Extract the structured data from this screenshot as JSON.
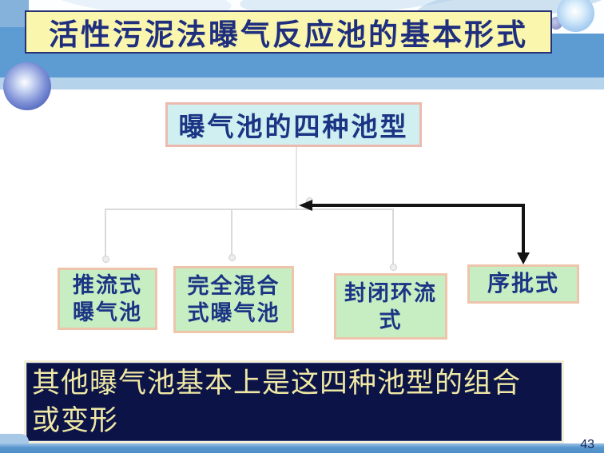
{
  "slide": {
    "title": "活性污泥法曝气反应池的基本形式",
    "page_number": "43"
  },
  "diagram": {
    "root_label": "曝气池的四种池型",
    "nodes": [
      {
        "label": "推流式\n曝气池"
      },
      {
        "label": "完全混合\n式曝气池"
      },
      {
        "label": "封闭环流\n式"
      },
      {
        "label": "序批式"
      }
    ],
    "note": "其他曝气池基本上是这四种池型的组合\n或变形",
    "arrow_icons": [
      "arrow-left-icon",
      "arrow-down-icon"
    ]
  },
  "colors": {
    "band_blue": "#5d9bd3",
    "band_light_blue": "#b6d3ec",
    "bottom_strip": "#5795cd",
    "title_bg": "#faf6ad",
    "title_text": "#1f2f7e",
    "title_border": "#283272",
    "root_bg": "#cfeff1",
    "root_border": "#edbaae",
    "node_bg": "#c7eec3",
    "node_border": "#eec4aa",
    "node_text": "#1b3584",
    "connector_gray": "#dadada",
    "arrow_black": "#141414",
    "note_bg": "#0b1347",
    "note_text": "#efe8a5",
    "page_number_text": "#15265c"
  }
}
